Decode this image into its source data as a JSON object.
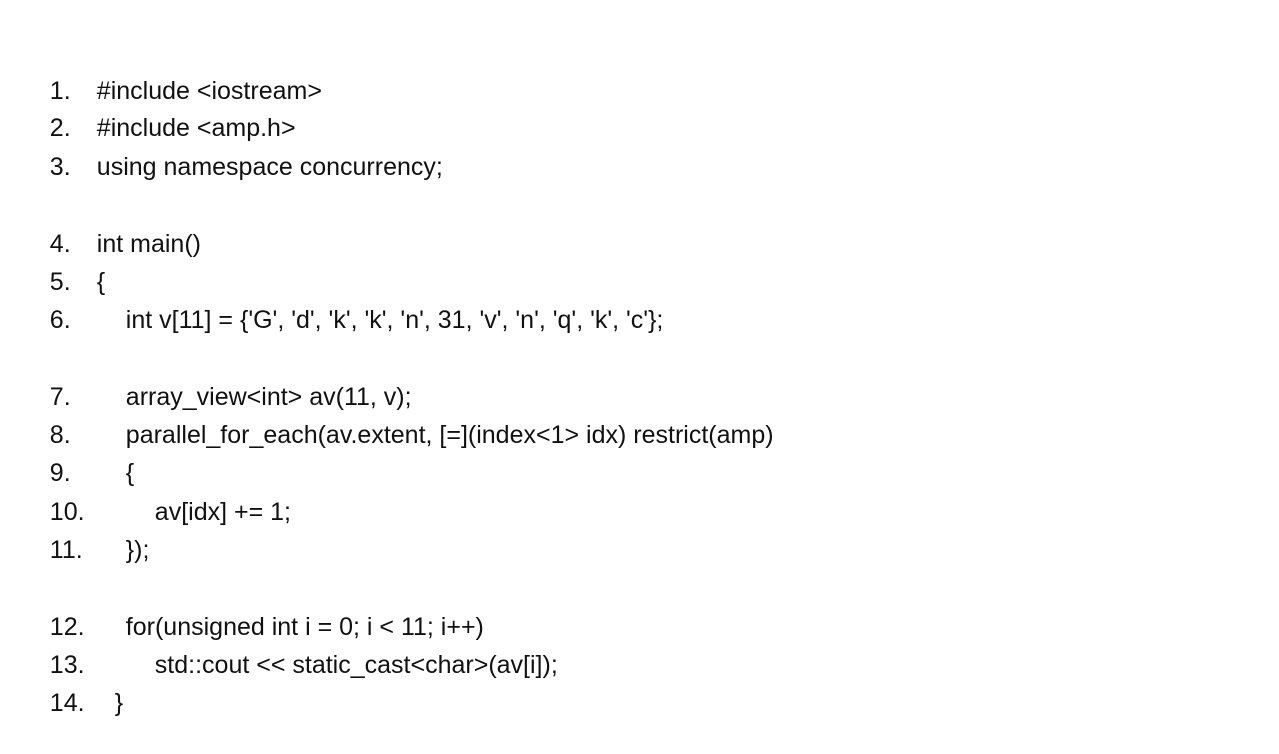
{
  "code": {
    "lines": [
      {
        "num": "1.",
        "text": "#include <iostream>"
      },
      {
        "num": "2.",
        "text": "#include <amp.h>"
      },
      {
        "num": "3.",
        "text": "using namespace concurrency;"
      },
      {
        "num": "4.",
        "text": "int main()"
      },
      {
        "num": "5.",
        "text": "{"
      },
      {
        "num": "6.",
        "text": "int v[11] = {'G', 'd', 'k', 'k', 'n', 31, 'v', 'n', 'q', 'k', 'c'};"
      },
      {
        "num": "7.",
        "text": "array_view<int> av(11, v);"
      },
      {
        "num": "8.",
        "text": "parallel_for_each(av.extent, [=](index<1> idx) restrict(amp)"
      },
      {
        "num": "9.",
        "text": "{"
      },
      {
        "num": "10.",
        "text": "av[idx] += 1;"
      },
      {
        "num": "11.",
        "text": "});"
      },
      {
        "num": "12.",
        "text": "for(unsigned int i = 0; i < 11; i++)"
      },
      {
        "num": "13.",
        "text": "std::cout << static_cast<char>(av[i]);"
      },
      {
        "num": "14.",
        "text": "}"
      }
    ]
  }
}
